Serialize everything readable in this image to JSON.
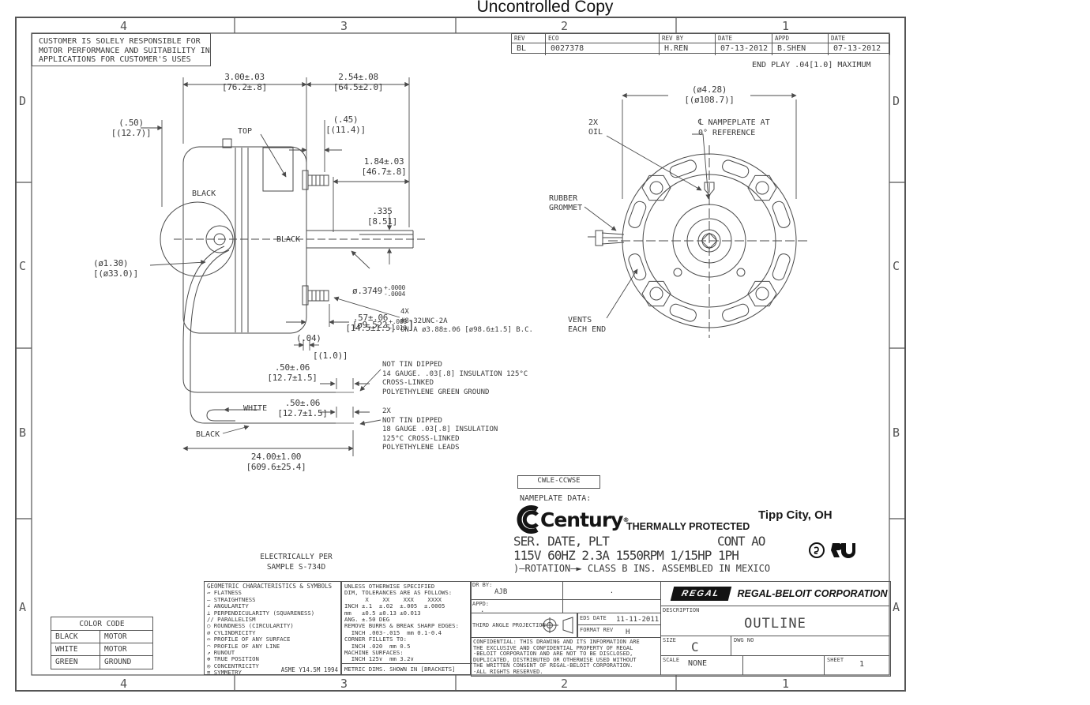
{
  "title": "Uncontrolled Copy",
  "zones": {
    "cols": [
      "4",
      "3",
      "2",
      "1"
    ],
    "rows": [
      "D",
      "C",
      "B",
      "A"
    ]
  },
  "disclaimer": [
    "CUSTOMER IS SOLELY RESPONSIBLE FOR",
    "MOTOR PERFORMANCE AND SUITABILITY IN",
    "APPLICATIONS FOR CUSTOMER'S USES"
  ],
  "rev_table": {
    "headers": [
      "REV",
      "ECO",
      "REV BY",
      "DATE",
      "APPD",
      "DATE"
    ],
    "values": [
      "BL",
      "0027378",
      "H.REN",
      "07-13-2012",
      "B.SHEN",
      "07-13-2012"
    ]
  },
  "end_play": "END PLAY .04[1.0] MAXIMUM",
  "side_view": {
    "dim_body_len": [
      "3.00±.03",
      "[76.2±.8]"
    ],
    "dim_shaft_len": [
      "2.54±.08",
      "[64.5±2.0]"
    ],
    "dim_hub_depth": [
      "(.50)",
      "[(12.7)]"
    ],
    "label_top": "TOP",
    "dim_stud_top": [
      "(.45)",
      "[(11.4)]"
    ],
    "dim_shaft_flat": [
      "1.84±.03",
      "[46.7±.8]"
    ],
    "dim_flat_depth": [
      ".335",
      "[8.51]"
    ],
    "dim_shaft_dia": {
      "inch": "ø.3749",
      "inch_plus": "+.0000",
      "inch_minus": "-.0004",
      "mm": "[ø9.522",
      "mm_plus": "+.000",
      "mm_minus": "-.010",
      "mm_close": "]"
    },
    "label_black_top": "BLACK",
    "label_black_mid": "BLACK",
    "dim_hub_dia": [
      "(ø1.30)",
      "[(ø33.0)]"
    ],
    "note_studs": [
      "4X",
      "#8-32UNC-2A",
      "ON A ø3.88±.06 [ø98.6±1.5] B.C."
    ],
    "dim_stud_bot": [
      ".57±.06",
      "[14.5±1.5]"
    ],
    "dim_washer": [
      "(.04)",
      "[(1.0)]"
    ],
    "dim_strip_ground": [
      ".50±.06",
      "[12.7±1.5]"
    ],
    "dim_strip_leads": [
      ".50±.06",
      "[12.7±1.5]"
    ],
    "label_white": "WHITE",
    "label_black_leads": "BLACK",
    "dim_lead_length": [
      "24.00±1.00",
      "[609.6±25.4]"
    ],
    "note_ground": [
      "NOT TIN DIPPED",
      "14 GAUGE. .03[.8] INSULATION 125°C",
      "CROSS-LINKED",
      "POLYETHYLENE GREEN GROUND"
    ],
    "note_leads": [
      "2X",
      "NOT TIN DIPPED",
      "18 GAUGE .03[.8] INSULATION",
      "125°C CROSS-LINKED",
      "POLYETHYLENE LEADS"
    ]
  },
  "front_view": {
    "dim_od": [
      "(ø4.28)",
      "[(ø108.7)]"
    ],
    "label_oil": [
      "2X",
      "OIL"
    ],
    "note_nameplate": [
      "℄ NAMPEPLATE AT",
      "0° REFERENCE"
    ],
    "label_grommet": [
      "RUBBER",
      "GROMMET"
    ],
    "label_vents": [
      "VENTS",
      "EACH END"
    ]
  },
  "electrical_note": [
    "ELECTRICALLY PER",
    "SAMPLE S-734D"
  ],
  "nameplate": {
    "model": "CWLE-CCWSE",
    "heading": "NAMEPLATE DATA:",
    "brand": "Century",
    "brand_reg": "®",
    "thermally_protected": "THERMALLY PROTECTED",
    "city": "Tipp City, OH",
    "ser_line": "SER. DATE, PLT",
    "cont": "CONT AO",
    "ratings": "115V 60HZ 2.3A 1550RPM 1/15HP 1PH",
    "rotation_line": ")—ROTATION—► CLASS B INS. ASSEMBLED IN MEXICO"
  },
  "color_code": {
    "title": "COLOR CODE",
    "rows": [
      [
        "BLACK",
        "MOTOR"
      ],
      [
        "WHITE",
        "MOTOR"
      ],
      [
        "GREEN",
        "GROUND"
      ]
    ]
  },
  "geo_symbols": {
    "title": "GEOMETRIC CHARACTERISTICS & SYMBOLS",
    "items": [
      "▱ FLATNESS",
      "— STRAIGHTNESS",
      "∠ ANGULARITY",
      "⊥ PERPENDICULARITY (SQUARENESS)",
      "// PARALLELISM",
      "○ ROUNDNESS (CIRCULARITY)",
      "⌀ CYLINDRICITY",
      "⌓ PROFILE OF ANY SURFACE",
      "◠ PROFILE OF ANY LINE",
      "↗ RUNOUT",
      "⊕ TRUE POSITION",
      "◎ CONCENTRICITY",
      "≡ SYMMETRY"
    ],
    "standard": "ASME Y14.5M 1994"
  },
  "tolerances": {
    "lines": [
      "UNLESS OTHERWISE SPECIFIED",
      "DIM, TOLERANCES ARE AS FOLLOWS:",
      "      X    XX    XXX    XXXX",
      "INCH ±.1  ±.02  ±.005  ±.0005",
      "mm   ±0.5 ±0.13 ±0.013",
      "ANG. ±.50 DEG",
      "REMOVE BURRS & BREAK SHARP EDGES:",
      "  INCH .003-.015  mm 0.1-0.4",
      "CORNER FILLETS TO:",
      "  INCH .020  mm 0.5",
      "MACHINE SURFACES:",
      "  INCH 125∨  mm 3.2∨"
    ],
    "metric_note": "METRIC DIMS. SHOWN IN [BRACKETS]"
  },
  "title_block": {
    "dr_by_label": "DR BY:",
    "dr_by": "AJB",
    "cell_dot": ".",
    "appd_label": "APPD:",
    "appd_value": ".",
    "projection_label": "THIRD ANGLE PROJECTION",
    "eds_label": "EDS DATE",
    "eds_date": "11-11-2011",
    "format_label": "FORMAT REV",
    "format_rev": "H",
    "confidential": [
      "CONFIDENTIAL: THIS DRAWING AND ITS INFORMATION ARE",
      "THE EXCLUSIVE AND CONFIDENTIAL PROPERTY OF REGAL",
      "-BELOIT CORPORATION AND ARE NOT TO BE DISCLOSED,",
      "DUPLICATED, DISTRIBUTED OR OTHERWISE USED WITHOUT",
      "THE WRITTEN CONSENT OF REGAL-BELOIT CORPORATION.",
      "-ALL RIGHTS RESERVED."
    ],
    "logo": "REGAL",
    "company": "REGAL-BELOIT CORPORATION",
    "description_label": "DESCRIPTION",
    "description": "OUTLINE",
    "size_label": "SIZE",
    "size": "C",
    "dwg_label": "DWG NO",
    "scale_label": "SCALE",
    "scale": "NONE",
    "sheet_label": "SHEET",
    "sheet": "1"
  }
}
